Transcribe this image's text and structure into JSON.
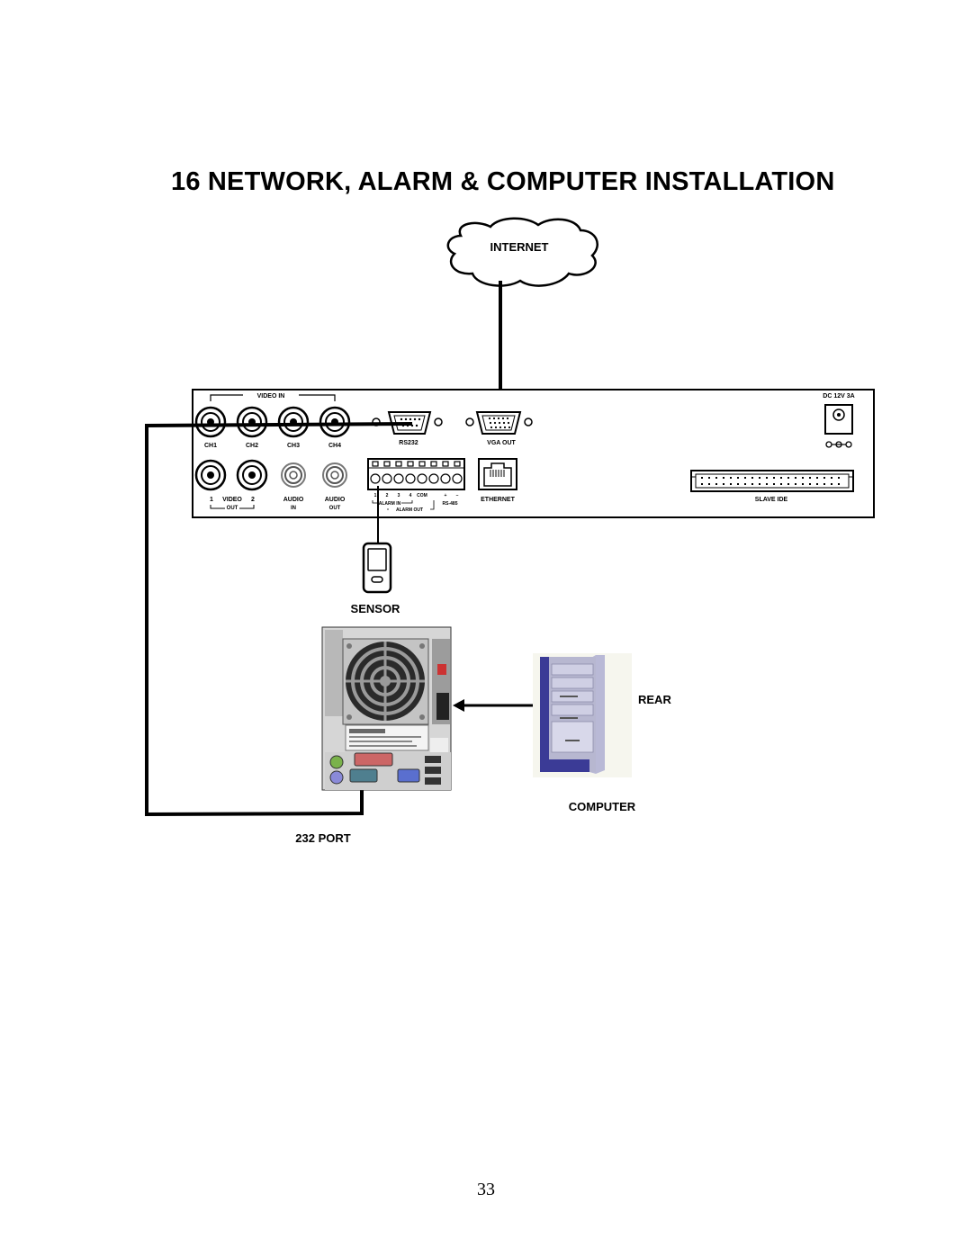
{
  "page": {
    "section_title": "16  NETWORK, ALARM & COMPUTER INSTALLATION",
    "page_number": "33"
  },
  "diagram": {
    "cloud_label": "INTERNET",
    "dvr_panel": {
      "video_in": "VIDEO IN",
      "channels": [
        "CH1",
        "CH2",
        "CH3",
        "CH4"
      ],
      "rs232": "RS232",
      "vga_out": "VGA OUT",
      "dc_power": "DC 12V 3A",
      "video_out_nums": [
        "1",
        "2"
      ],
      "video_label": "VIDEO",
      "video_out_label": "OUT",
      "audio_in": [
        "AUDIO",
        "IN"
      ],
      "audio_out": [
        "AUDIO",
        "OUT"
      ],
      "terminal_nums": [
        "1",
        "2",
        "3",
        "4",
        "COM",
        "+",
        "–"
      ],
      "alarm_in": "ALARM IN",
      "alarm_out": "ALARM OUT",
      "rs485": "RS-485",
      "ethernet": "ETHERNET",
      "slave_ide": "SLAVE IDE"
    },
    "sensor_label": "SENSOR",
    "rear_label": "REAR",
    "computer_label": "COMPUTER",
    "port_label": "232 PORT"
  }
}
